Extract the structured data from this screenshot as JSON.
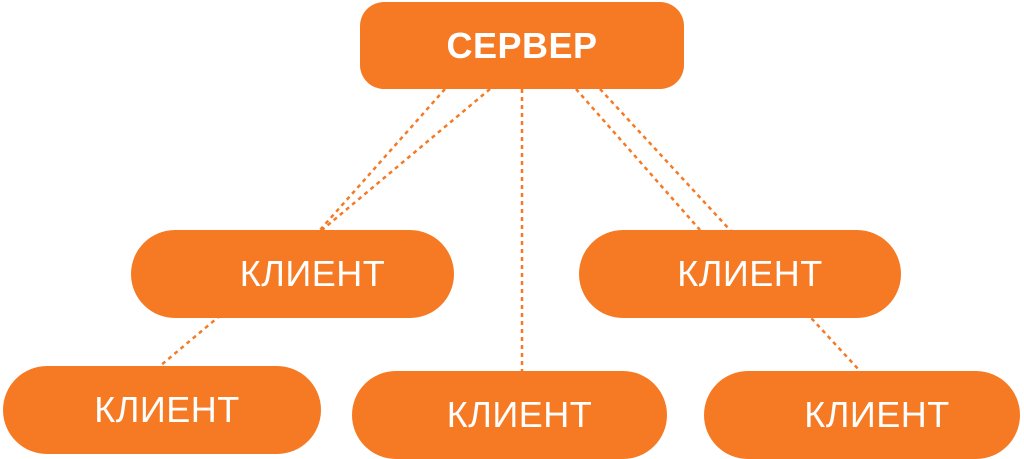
{
  "server": {
    "label": "СЕРВЕР"
  },
  "clients": [
    {
      "label": "КЛИЕНТ"
    },
    {
      "label": "КЛИЕНТ"
    },
    {
      "label": "КЛИЕНТ"
    },
    {
      "label": "КЛИЕНТ"
    },
    {
      "label": "КЛИЕНТ"
    }
  ],
  "colors": {
    "node_fill": "#f57a23",
    "node_text": "#ffffff",
    "link_stroke": "#f57a23",
    "background": "#ffffff"
  }
}
